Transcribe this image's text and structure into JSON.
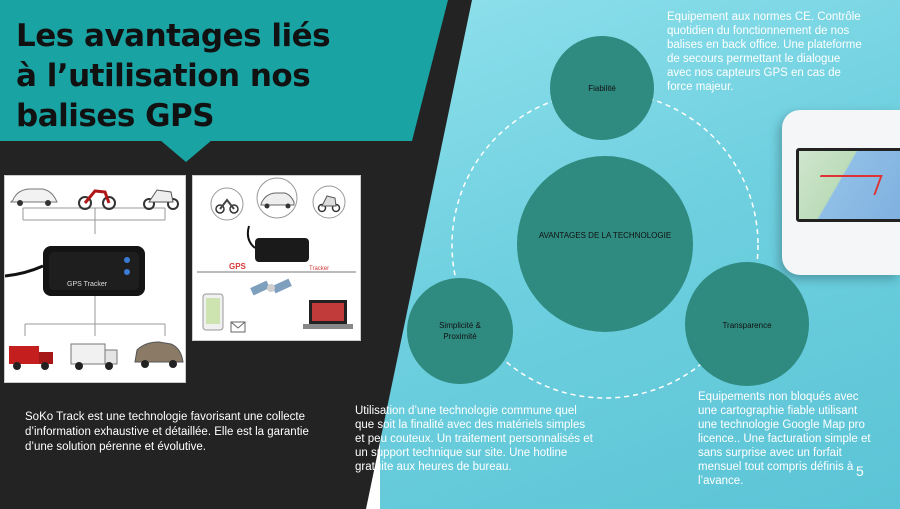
{
  "slide": {
    "title": "Les avantages liés à l’utilisation nos balises GPS",
    "description": "SoKo Track est une technologie favorisant une collecte d’information exhaustive et détaillée. Elle est la garantie d’une solution pérenne et évolutive.",
    "page_number": "5"
  },
  "images": {
    "left": {
      "device_label": "GPS Tracker"
    },
    "right": {
      "gps_label": "GPS",
      "tracker_label": "Tracker"
    }
  },
  "circles": {
    "center": "AVANTAGES DE LA TECHNOLOGIE",
    "top": "Fiabilité",
    "bottom_left": "Simplicité & Proximité",
    "bottom_right": "Transparence"
  },
  "info": {
    "top": "Equipement aux normes CE. Contrôle quotidien du fonctionnement de nos balises en back office. Une plateforme de secours permettant le dialogue avec nos capteurs GPS en cas de force majeur.",
    "bottom_left": "Utilisation d’une technologie commune quel que soit la finalité avec des matériels simples et peu couteux. Un traitement personnalisés et un support technique sur site. Une hotline gratuite aux heures de bureau.",
    "bottom_right": "Equipements non bloqués avec une cartographie fiable utilisant une technologie Google Map pro licence.. Une facturation simple et sans surprise avec un forfait mensuel tout compris définis à l’avance."
  },
  "colors": {
    "title_band": "#1aa3a3",
    "dark_panel": "#232323",
    "circle": "#2f8a80",
    "cyan_background": "#6fd0df"
  }
}
